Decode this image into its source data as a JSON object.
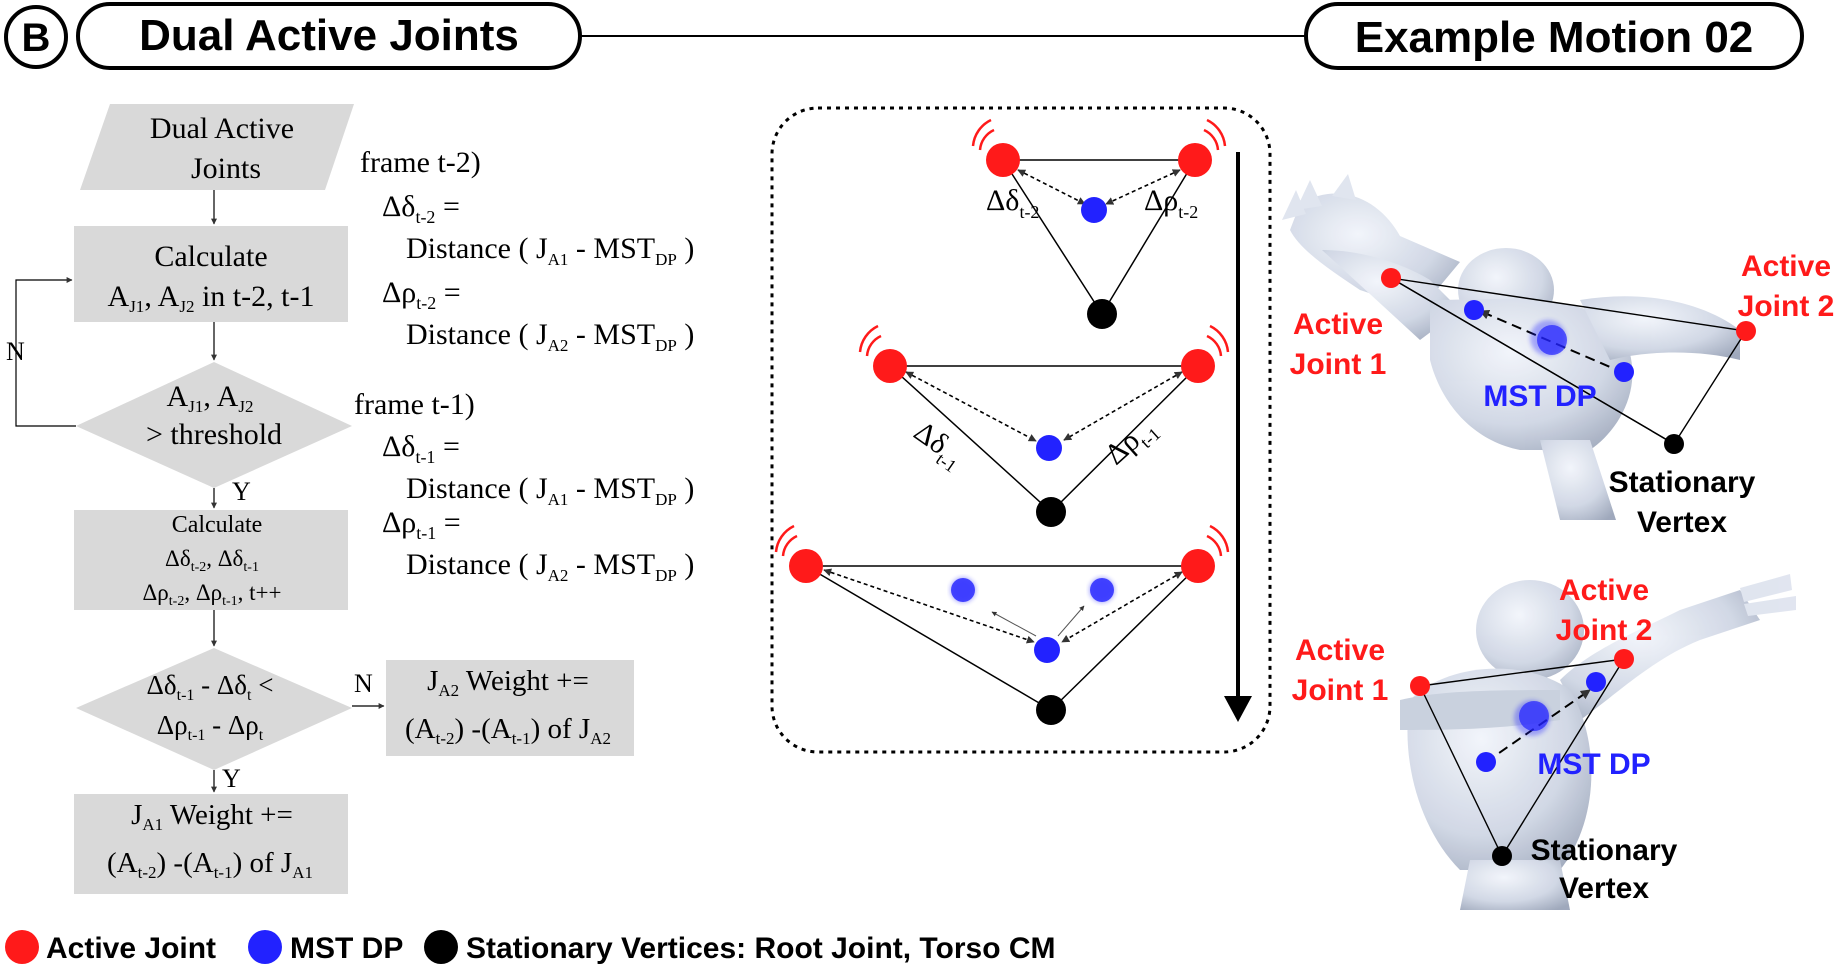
{
  "header": {
    "badge": "B",
    "title": "Dual Active Joints",
    "example_title": "Example Motion 02"
  },
  "flowchart": {
    "start": [
      "Dual Active",
      "Joints"
    ],
    "calc1": {
      "line1": "Calculate",
      "A": "A",
      "sub1": "J1",
      "comma": ", ",
      "sub2": "J2",
      "rest": " in t-2, t-1"
    },
    "decision1": {
      "line1a": "A",
      "sub1": "J1",
      "mid": ", A",
      "sub2": "J2",
      "line2": "> threshold"
    },
    "no_label": "N",
    "yes_label": "Y",
    "calc2": {
      "line1": "Calculate",
      "line2a": "Δδ",
      "line2s1": "t-2",
      "line2b": ", Δδ",
      "line2s2": "t-1",
      "line3a": "Δρ",
      "line3s1": "t-2",
      "line3b": ", Δρ",
      "line3s2": "t-1",
      "line3c": ", t++"
    },
    "decision2": {
      "a": "Δδ",
      "s1": "t-1",
      "b": " - Δδ",
      "s2": "t",
      "c": " <",
      "d": "Δρ",
      "s3": "t-1",
      "e": " - Δρ",
      "s4": "t"
    },
    "no_label2": "N",
    "yes_label2": "Y",
    "weight_a2": {
      "a": "J",
      "s": "A2",
      "b": " Weight +=",
      "c": "(A",
      "cs": "t-2",
      "d": ") -(A",
      "ds": "t-1",
      "e": ") of J",
      "es": "A2"
    },
    "weight_a1": {
      "a": "J",
      "s": "A1",
      "b": " Weight +=",
      "c": "(A",
      "cs": "t-2",
      "d": ") -(A",
      "ds": "t-1",
      "e": ") of J",
      "es": "A1"
    }
  },
  "formulas": {
    "frame_t2": "frame t-2)",
    "frame_t1": "frame t-1)",
    "delta": "Δδ",
    "rho": "Δρ",
    "t2": "t-2",
    "t1": "t-1",
    "eq": " =",
    "distance": "Distance ( J",
    "a1": "A1",
    "a2": "A2",
    "mst": " - MST",
    "dp": "DP",
    "close": " )"
  },
  "diagram_labels": {
    "d_t2": "Δδ",
    "r_t2": "Δρ",
    "s_t2": "t-2",
    "d_t1": "Δδ",
    "r_t1": "Δρ",
    "s_t1": "t-1"
  },
  "figure_labels": {
    "active_joint_1": [
      "Active",
      "Joint 1"
    ],
    "active_joint_2": [
      "Active",
      "Joint 2"
    ],
    "mst_dp": "MST DP",
    "stationary_vertex": [
      "Stationary",
      "Vertex"
    ]
  },
  "legend": {
    "active_joint": "Active Joint",
    "mst_dp": "MST DP",
    "stationary": "Stationary Vertices:  Root Joint, Torso CM"
  },
  "colors": {
    "active": "#ff1a1a",
    "mst": "#2222ff",
    "stationary": "#000000",
    "box": "#d9d9d9"
  }
}
